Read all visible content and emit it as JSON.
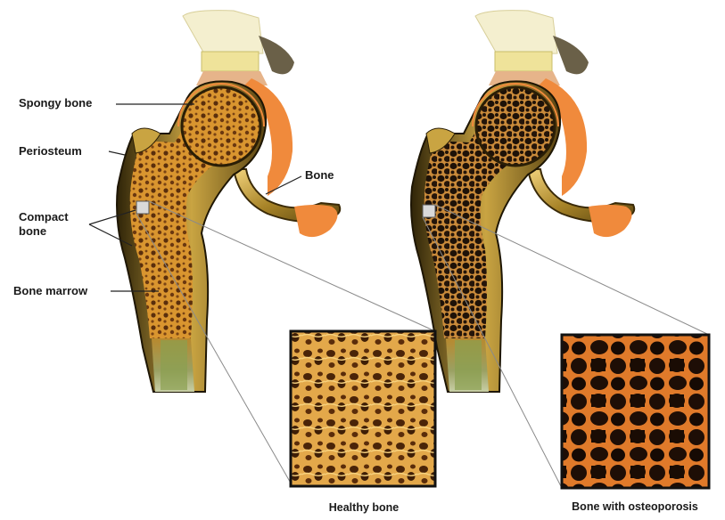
{
  "labels": {
    "spongy_bone": "Spongy bone",
    "periosteum": "Periosteum",
    "compact_bone": "Compact bone",
    "bone_marrow": "Bone marrow",
    "bone": "Bone"
  },
  "captions": {
    "healthy": "Healthy bone",
    "osteoporosis": "Bone with osteoporosis"
  },
  "colors": {
    "cortical": "#9a7a2c",
    "cortical_dark": "#3b2e10",
    "healthy_fill": "#c98a2e",
    "porous_fill": "#2a1c10",
    "cartilage": "#f08a3c",
    "joint_cap": "#efe7a6",
    "shaft_lower": "#8a9a52"
  }
}
